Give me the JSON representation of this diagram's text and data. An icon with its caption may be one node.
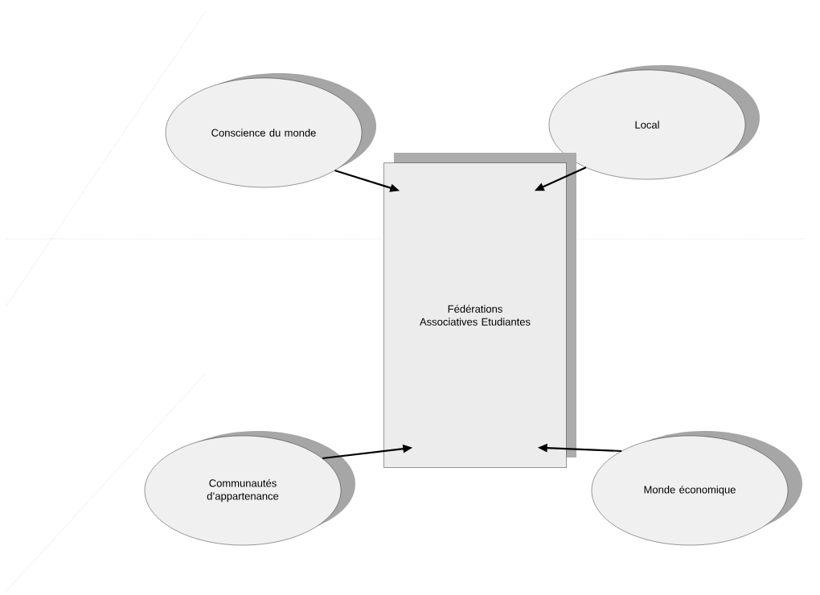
{
  "diagram": {
    "nodes": [
      {
        "text": [
          "Conscience du monde"
        ]
      },
      {
        "text": [
          "Local"
        ]
      },
      {
        "text": [
          "Fédérations Associatives Etudiantes"
        ]
      },
      {
        "text": [
          "Communautés d’appartenance"
        ]
      },
      {
        "text": [
          "Monde économique"
        ]
      }
    ],
    "edges": [
      {
        "from": 0,
        "to": 2,
        "arrow": "to"
      },
      {
        "from": 1,
        "to": 2,
        "arrow": "to"
      },
      {
        "from": 3,
        "to": 2,
        "arrow": "to"
      },
      {
        "from": 4,
        "to": 2,
        "arrow": "to"
      }
    ]
  }
}
